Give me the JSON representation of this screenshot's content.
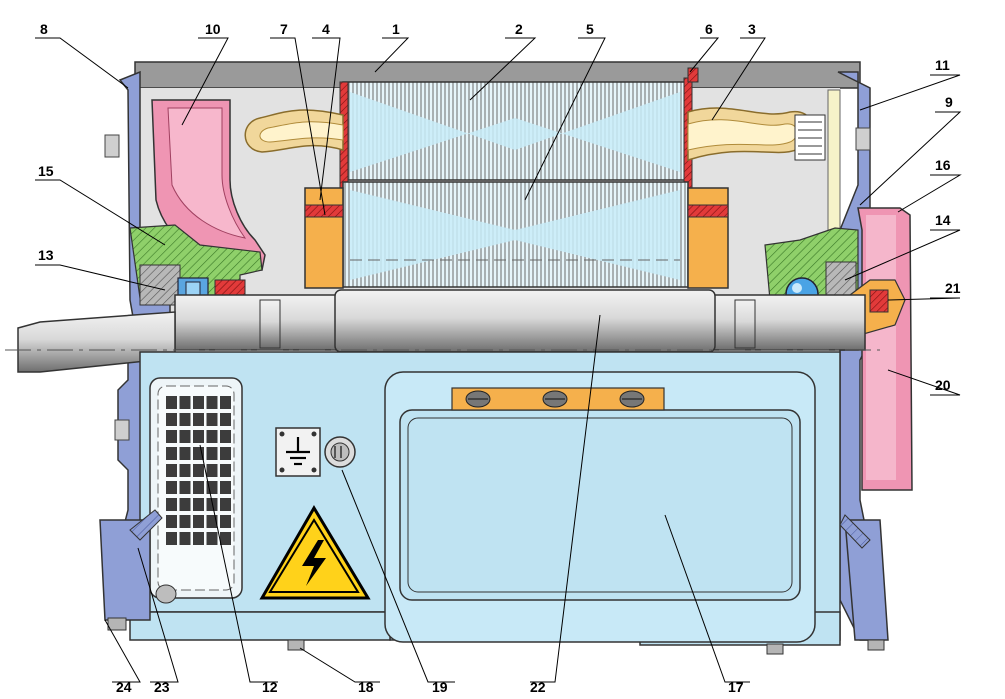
{
  "diagram": {
    "callouts": [
      {
        "id": "1",
        "text": "1"
      },
      {
        "id": "2",
        "text": "2"
      },
      {
        "id": "3",
        "text": "3"
      },
      {
        "id": "4",
        "text": "4"
      },
      {
        "id": "5",
        "text": "5"
      },
      {
        "id": "6",
        "text": "6"
      },
      {
        "id": "7",
        "text": "7"
      },
      {
        "id": "8",
        "text": "8"
      },
      {
        "id": "9",
        "text": "9"
      },
      {
        "id": "10",
        "text": "10"
      },
      {
        "id": "11",
        "text": "11"
      },
      {
        "id": "12",
        "text": "12"
      },
      {
        "id": "13",
        "text": "13"
      },
      {
        "id": "14",
        "text": "14"
      },
      {
        "id": "15",
        "text": "15"
      },
      {
        "id": "16",
        "text": "16"
      },
      {
        "id": "17",
        "text": "17"
      },
      {
        "id": "18",
        "text": "18"
      },
      {
        "id": "19",
        "text": "19"
      },
      {
        "id": "20",
        "text": "20"
      },
      {
        "id": "21",
        "text": "21"
      },
      {
        "id": "22",
        "text": "22"
      },
      {
        "id": "23",
        "text": "23"
      },
      {
        "id": "24",
        "text": "24"
      }
    ],
    "colors": {
      "frame": "#bfe3f2",
      "end_shield": "#8f9fd6",
      "fan": "#ef95b3",
      "winding": "#f1d79b",
      "core": "#e8f6fb",
      "clamp": "#f5b04c",
      "hatch": "#77b84a",
      "shaft": "#c9c9c9",
      "warning": "#ffd21a"
    }
  }
}
